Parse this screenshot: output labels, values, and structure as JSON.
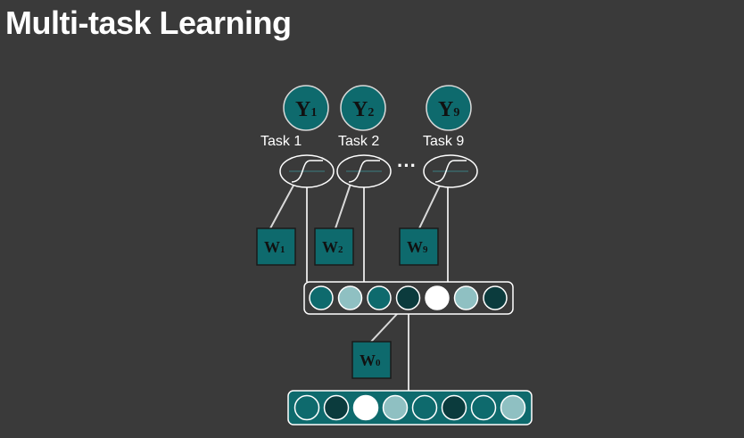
{
  "title": "Multi-task Learning",
  "colors": {
    "background": "#3a3a3a",
    "teal": "#0e6a6d",
    "dark_teal": "#0b3b3d",
    "light_teal": "#8fc0c2",
    "white": "#ffffff",
    "line": "#d9d9d9"
  },
  "outputs": [
    {
      "main": "Y",
      "sub": "1",
      "task_label": "Task 1"
    },
    {
      "main": "Y",
      "sub": "2",
      "task_label": "Task 2"
    },
    {
      "main": "Y",
      "sub": "9",
      "task_label": "Task 9"
    }
  ],
  "ellipsis": "···",
  "task_weights": [
    {
      "main": "W",
      "sub": "1"
    },
    {
      "main": "W",
      "sub": "2"
    },
    {
      "main": "W",
      "sub": "9"
    }
  ],
  "shared_weight": {
    "main": "W",
    "sub": "0"
  },
  "hidden_layer_units": [
    "teal",
    "light_teal",
    "teal",
    "dark_teal",
    "white",
    "light_teal",
    "dark_teal"
  ],
  "input_layer_units": [
    "teal",
    "dark_teal",
    "white",
    "light_teal",
    "teal",
    "dark_teal",
    "teal",
    "light_teal"
  ]
}
